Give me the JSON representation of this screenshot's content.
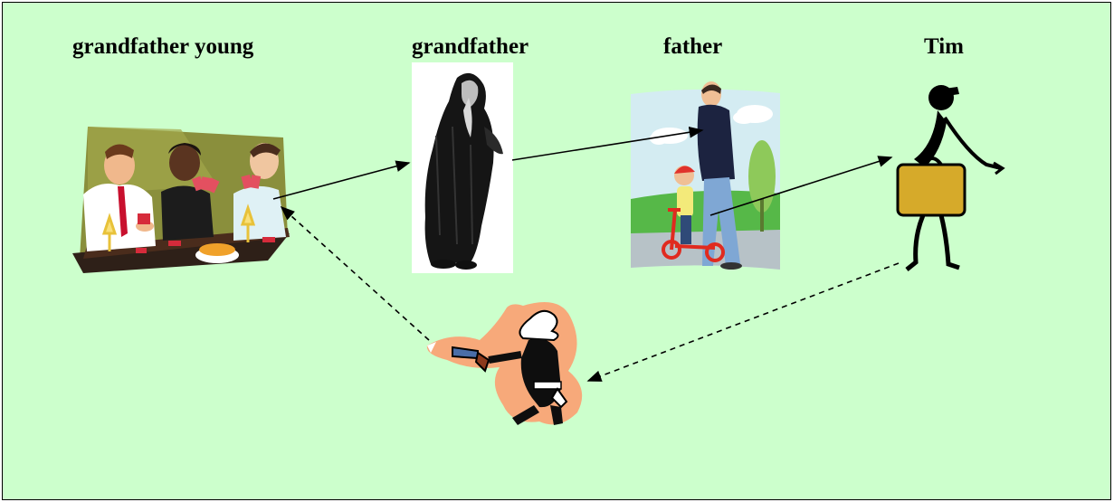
{
  "diagram": {
    "labels": [
      "grandfather young",
      "grandfather",
      "father",
      "Tim"
    ],
    "nodes": [
      {
        "id": "poker-scene",
        "icon": "card-players-clipart-icon"
      },
      {
        "id": "old-man",
        "icon": "old-man-figure-icon"
      },
      {
        "id": "father-son",
        "icon": "father-son-scooter-icon"
      },
      {
        "id": "tim",
        "icon": "traveler-with-suitcase-icon"
      },
      {
        "id": "gunslinger",
        "icon": "cowboy-gunslinger-icon"
      }
    ],
    "edges": [
      {
        "from": "poker-scene",
        "to": "old-man",
        "style": "solid"
      },
      {
        "from": "old-man",
        "to": "father-son",
        "style": "solid"
      },
      {
        "from": "father-son",
        "to": "tim",
        "style": "solid"
      },
      {
        "from": "tim",
        "to": "gunslinger",
        "style": "dashed"
      },
      {
        "from": "gunslinger",
        "to": "poker-scene",
        "style": "dashed"
      }
    ],
    "colors": {
      "background": "#ccffcc",
      "border": "#000000",
      "arrow": "#000000"
    }
  }
}
